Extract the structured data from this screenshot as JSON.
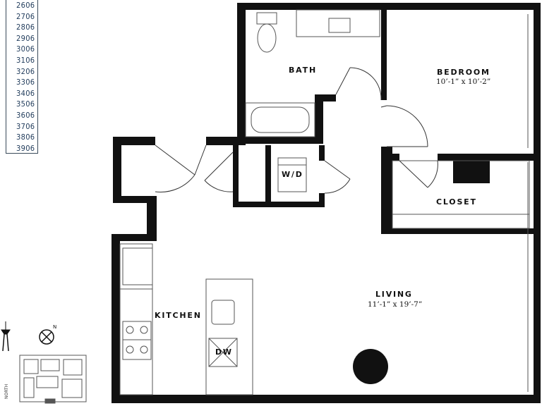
{
  "unit_list": [
    "2606",
    "2706",
    "2806",
    "2906",
    "3006",
    "3106",
    "3206",
    "3306",
    "3406",
    "3506",
    "3606",
    "3706",
    "3806",
    "3906"
  ],
  "rooms": {
    "bath": "BATH",
    "bedroom": "BEDROOM",
    "bedroom_dim": "10’-1” x 10’-2”",
    "closet": "CLOSET",
    "wd": "W/D",
    "living": "LIVING",
    "living_dim": "11’-1” x 19’-7”",
    "kitchen": "KITCHEN",
    "dw": "DW"
  },
  "compass_label": "N",
  "side_label": "NORTH",
  "colors": {
    "wall": "#111111",
    "line": "#555555",
    "accent": "#1f3a5a"
  }
}
